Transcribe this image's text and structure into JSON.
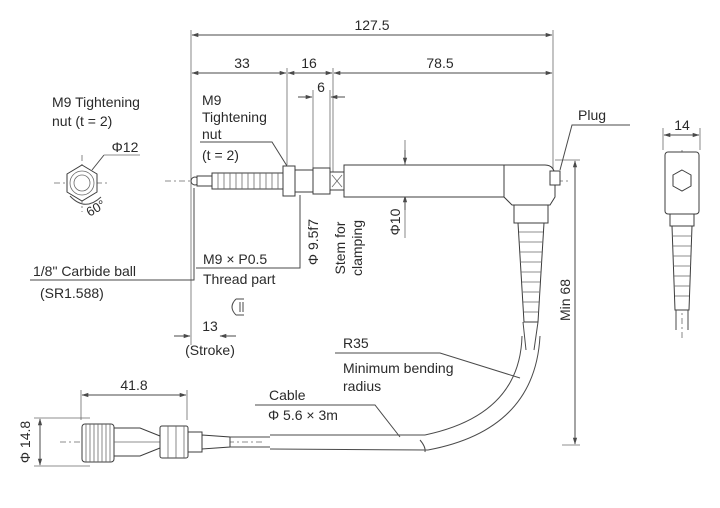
{
  "dimensions": {
    "overall": "127.5",
    "d33": "33",
    "d16": "16",
    "d78_5": "78.5",
    "d6": "6",
    "d14": "14",
    "stroke": "13",
    "stroke_label": "(Stroke)",
    "min68": "Min 68",
    "phi10": "Φ10",
    "phi9_5": "Φ 9.5f7",
    "phi12": "Φ12",
    "deg60": "60°",
    "d41_8": "41.8",
    "phi14_8": "Φ 14.8"
  },
  "labels": {
    "m9_nut_left_1": "M9 Tightening",
    "m9_nut_left_2": "nut (t = 2)",
    "m9_nut_mid_1": "M9",
    "m9_nut_mid_2": "Tightening",
    "m9_nut_mid_3": "nut",
    "m9_nut_mid_4": "(t = 2)",
    "plug": "Plug",
    "stem_1": "Stem for",
    "stem_2": "clamping",
    "carbide_ball": "1/8\" Carbide ball",
    "sr": "(SR1.588)",
    "thread_1": "M9 × P0.5",
    "thread_2": "Thread part",
    "r35": "R35",
    "bend_1": "Minimum bending",
    "bend_2": "radius",
    "cable_1": "Cable",
    "cable_2": "Φ 5.6 × 3m"
  }
}
